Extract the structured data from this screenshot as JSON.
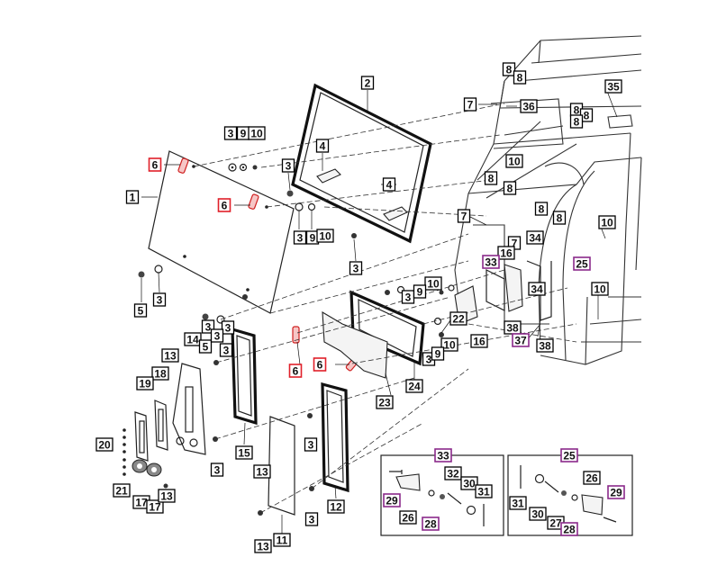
{
  "callouts": [
    {
      "id": "c1",
      "text": "2",
      "color": "#000000"
    },
    {
      "id": "c2",
      "text": "1",
      "color": "#000000"
    },
    {
      "id": "c3",
      "text": "6",
      "color": "#e0202a"
    },
    {
      "id": "c4",
      "text": "6",
      "color": "#e0202a"
    },
    {
      "id": "c5",
      "text": "3",
      "color": "#000000"
    },
    {
      "id": "c6",
      "text": "9",
      "color": "#000000"
    },
    {
      "id": "c7",
      "text": "10",
      "color": "#000000"
    },
    {
      "id": "c8",
      "text": "3",
      "color": "#000000"
    },
    {
      "id": "c9",
      "text": "4",
      "color": "#000000"
    },
    {
      "id": "c10",
      "text": "4",
      "color": "#000000"
    },
    {
      "id": "c11",
      "text": "3",
      "color": "#000000"
    },
    {
      "id": "c12",
      "text": "9",
      "color": "#000000"
    },
    {
      "id": "c13",
      "text": "10",
      "color": "#000000"
    },
    {
      "id": "c14",
      "text": "3",
      "color": "#000000"
    },
    {
      "id": "c15",
      "text": "3",
      "color": "#000000"
    },
    {
      "id": "c16",
      "text": "5",
      "color": "#000000"
    },
    {
      "id": "c17",
      "text": "3",
      "color": "#000000"
    },
    {
      "id": "c18",
      "text": "8",
      "color": "#000000"
    },
    {
      "id": "c19",
      "text": "8",
      "color": "#000000"
    },
    {
      "id": "c20",
      "text": "7",
      "color": "#000000"
    },
    {
      "id": "c21",
      "text": "36",
      "color": "#000000"
    },
    {
      "id": "c22",
      "text": "35",
      "color": "#000000"
    },
    {
      "id": "c23",
      "text": "8",
      "color": "#000000"
    },
    {
      "id": "c24",
      "text": "8",
      "color": "#000000"
    },
    {
      "id": "c25",
      "text": "8",
      "color": "#000000"
    },
    {
      "id": "c26",
      "text": "10",
      "color": "#000000"
    },
    {
      "id": "c27",
      "text": "8",
      "color": "#000000"
    },
    {
      "id": "c28",
      "text": "8",
      "color": "#000000"
    },
    {
      "id": "c29",
      "text": "7",
      "color": "#000000"
    },
    {
      "id": "c30",
      "text": "8",
      "color": "#000000"
    },
    {
      "id": "c31",
      "text": "8",
      "color": "#000000"
    },
    {
      "id": "c32",
      "text": "10",
      "color": "#000000"
    },
    {
      "id": "c33",
      "text": "7",
      "color": "#000000"
    },
    {
      "id": "c34",
      "text": "34",
      "color": "#000000"
    },
    {
      "id": "c35",
      "text": "16",
      "color": "#000000"
    },
    {
      "id": "c36",
      "text": "33",
      "color": "#8a2a8a"
    },
    {
      "id": "c37",
      "text": "25",
      "color": "#8a2a8a"
    },
    {
      "id": "c38",
      "text": "34",
      "color": "#000000"
    },
    {
      "id": "c39",
      "text": "10",
      "color": "#000000"
    },
    {
      "id": "c40",
      "text": "38",
      "color": "#000000"
    },
    {
      "id": "c41",
      "text": "37",
      "color": "#8a2a8a"
    },
    {
      "id": "c42",
      "text": "38",
      "color": "#000000"
    },
    {
      "id": "c43",
      "text": "10",
      "color": "#000000"
    },
    {
      "id": "c44",
      "text": "3",
      "color": "#000000"
    },
    {
      "id": "c45",
      "text": "9",
      "color": "#000000"
    },
    {
      "id": "c46",
      "text": "22",
      "color": "#000000"
    },
    {
      "id": "c47",
      "text": "16",
      "color": "#000000"
    },
    {
      "id": "c48",
      "text": "10",
      "color": "#000000"
    },
    {
      "id": "c49",
      "text": "3",
      "color": "#000000"
    },
    {
      "id": "c50",
      "text": "9",
      "color": "#000000"
    },
    {
      "id": "c51",
      "text": "24",
      "color": "#000000"
    },
    {
      "id": "c52",
      "text": "23",
      "color": "#000000"
    },
    {
      "id": "c53",
      "text": "6",
      "color": "#e0202a"
    },
    {
      "id": "c54",
      "text": "6",
      "color": "#e0202a"
    },
    {
      "id": "c55",
      "text": "3",
      "color": "#000000"
    },
    {
      "id": "c56",
      "text": "14",
      "color": "#000000"
    },
    {
      "id": "c57",
      "text": "5",
      "color": "#000000"
    },
    {
      "id": "c58",
      "text": "3",
      "color": "#000000"
    },
    {
      "id": "c59",
      "text": "3",
      "color": "#000000"
    },
    {
      "id": "c60",
      "text": "13",
      "color": "#000000"
    },
    {
      "id": "c61",
      "text": "18",
      "color": "#000000"
    },
    {
      "id": "c62",
      "text": "19",
      "color": "#000000"
    },
    {
      "id": "c63",
      "text": "20",
      "color": "#000000"
    },
    {
      "id": "c64",
      "text": "21",
      "color": "#000000"
    },
    {
      "id": "c65",
      "text": "17",
      "color": "#000000"
    },
    {
      "id": "c66",
      "text": "17",
      "color": "#000000"
    },
    {
      "id": "c67",
      "text": "13",
      "color": "#000000"
    },
    {
      "id": "c68",
      "text": "15",
      "color": "#000000"
    },
    {
      "id": "c69",
      "text": "3",
      "color": "#000000"
    },
    {
      "id": "c70",
      "text": "3",
      "color": "#000000"
    },
    {
      "id": "c71",
      "text": "13",
      "color": "#000000"
    },
    {
      "id": "c72",
      "text": "12",
      "color": "#000000"
    },
    {
      "id": "c73",
      "text": "3",
      "color": "#000000"
    },
    {
      "id": "c74",
      "text": "13",
      "color": "#000000"
    },
    {
      "id": "c75",
      "text": "11",
      "color": "#000000"
    },
    {
      "id": "c76",
      "text": "33",
      "color": "#8a2a8a"
    },
    {
      "id": "c77",
      "text": "32",
      "color": "#000000"
    },
    {
      "id": "c78",
      "text": "30",
      "color": "#000000"
    },
    {
      "id": "c79",
      "text": "31",
      "color": "#000000"
    },
    {
      "id": "c80",
      "text": "29",
      "color": "#8a2a8a"
    },
    {
      "id": "c81",
      "text": "26",
      "color": "#000000"
    },
    {
      "id": "c82",
      "text": "28",
      "color": "#8a2a8a"
    },
    {
      "id": "c83",
      "text": "25",
      "color": "#8a2a8a"
    },
    {
      "id": "c84",
      "text": "26",
      "color": "#000000"
    },
    {
      "id": "c85",
      "text": "29",
      "color": "#8a2a8a"
    },
    {
      "id": "c86",
      "text": "31",
      "color": "#000000"
    },
    {
      "id": "c87",
      "text": "30",
      "color": "#000000"
    },
    {
      "id": "c88",
      "text": "27",
      "color": "#000000"
    },
    {
      "id": "c89",
      "text": "28",
      "color": "#8a2a8a"
    }
  ]
}
